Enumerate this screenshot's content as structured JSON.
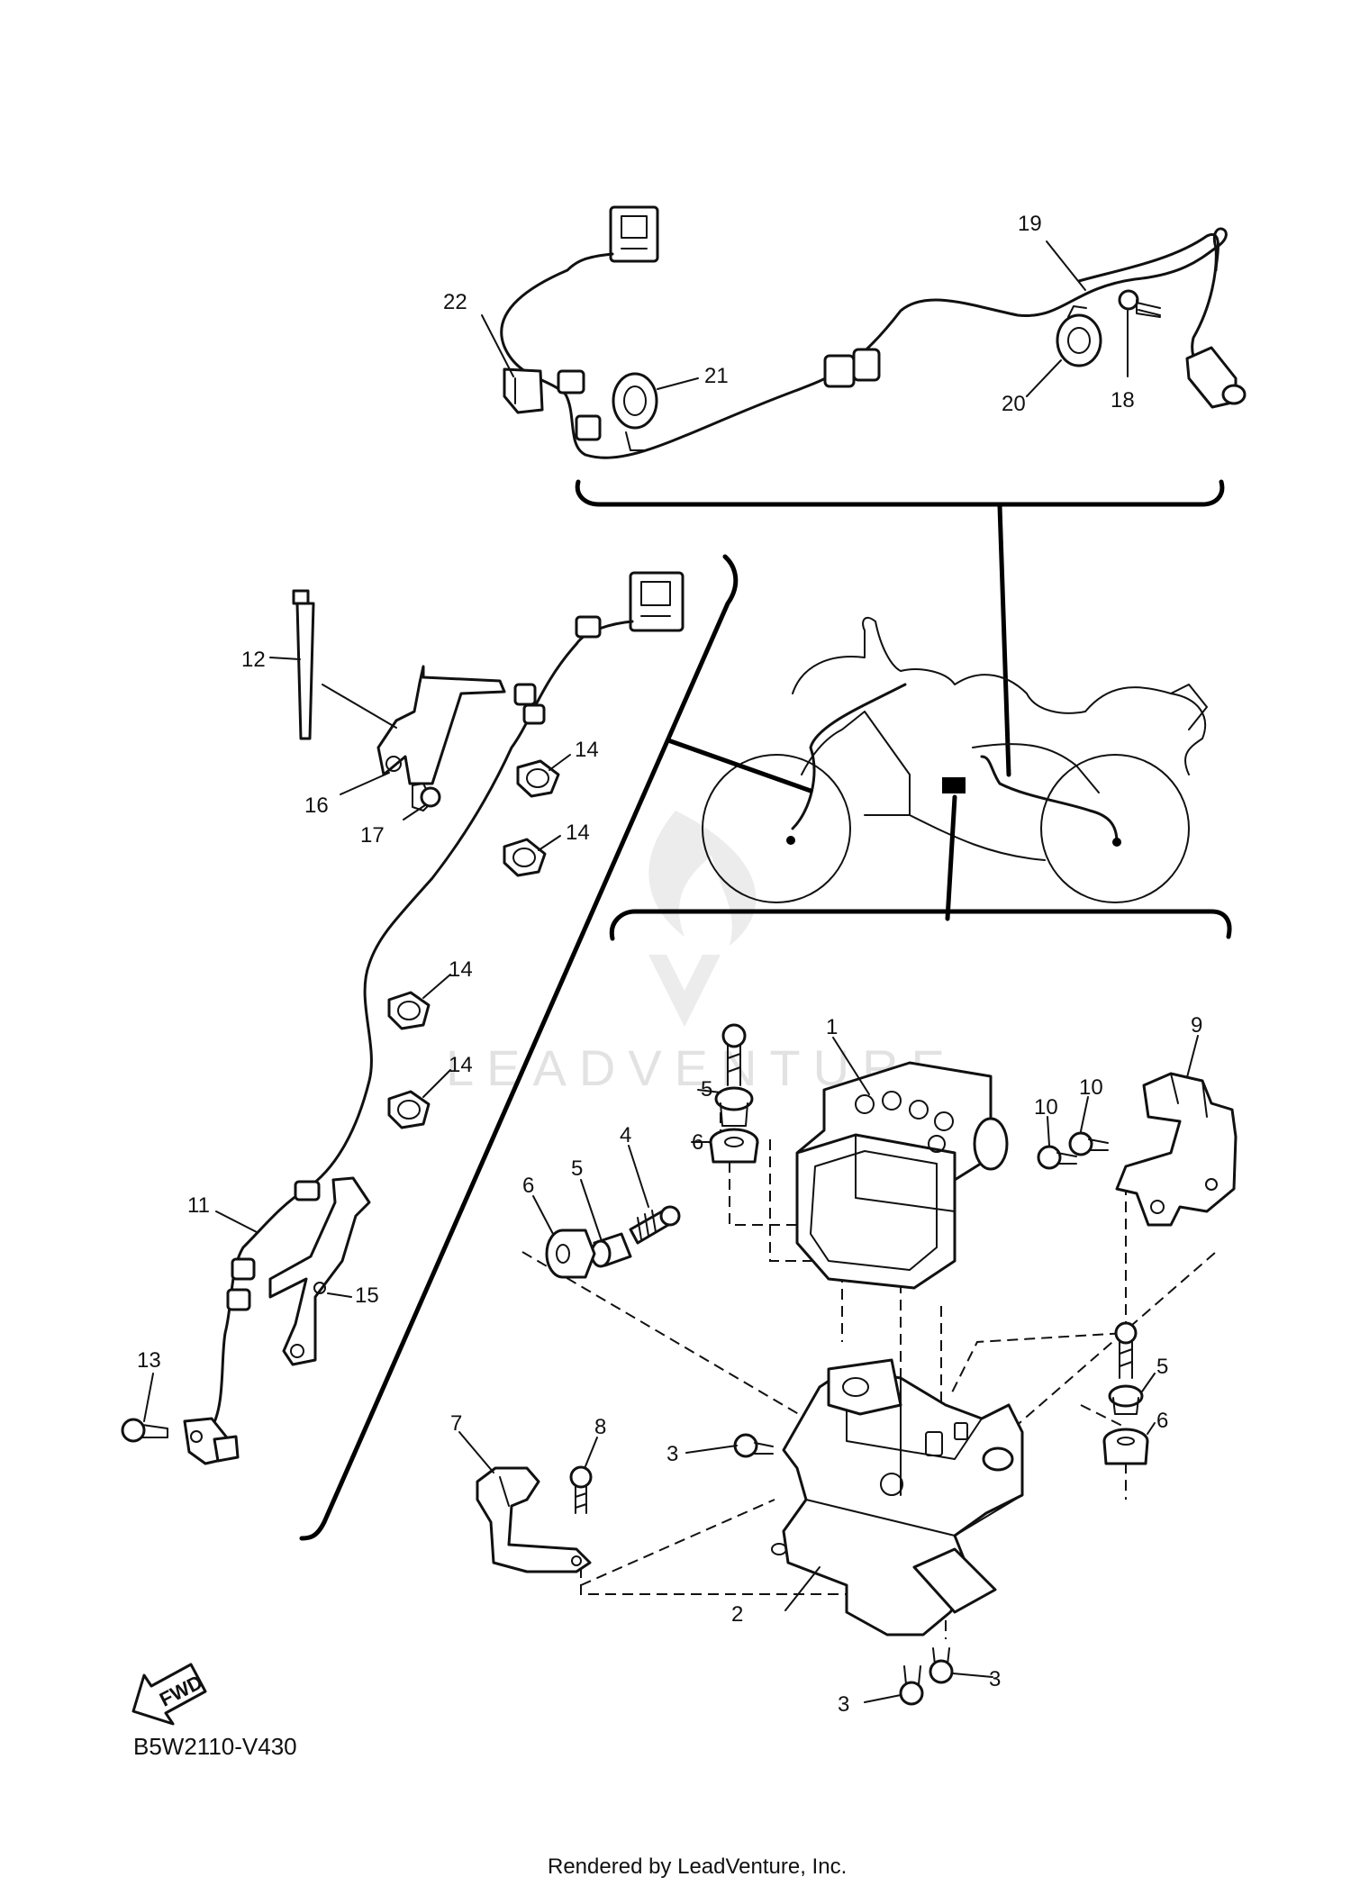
{
  "diagram": {
    "code": "B5W2110-V430",
    "footer": "Rendered by LeadVenture, Inc.",
    "watermark": "LEADVENTURE",
    "fwd_label": "FWD",
    "callouts": [
      {
        "id": "c1",
        "label": "1"
      },
      {
        "id": "c2",
        "label": "2"
      },
      {
        "id": "c3a",
        "label": "3"
      },
      {
        "id": "c3b",
        "label": "3"
      },
      {
        "id": "c3c",
        "label": "3"
      },
      {
        "id": "c4",
        "label": "4"
      },
      {
        "id": "c5a",
        "label": "5"
      },
      {
        "id": "c5b",
        "label": "5"
      },
      {
        "id": "c5c",
        "label": "5"
      },
      {
        "id": "c6a",
        "label": "6"
      },
      {
        "id": "c6b",
        "label": "6"
      },
      {
        "id": "c6c",
        "label": "6"
      },
      {
        "id": "c7",
        "label": "7"
      },
      {
        "id": "c8",
        "label": "8"
      },
      {
        "id": "c9",
        "label": "9"
      },
      {
        "id": "c10a",
        "label": "10"
      },
      {
        "id": "c10b",
        "label": "10"
      },
      {
        "id": "c11",
        "label": "11"
      },
      {
        "id": "c12",
        "label": "12"
      },
      {
        "id": "c13",
        "label": "13"
      },
      {
        "id": "c14a",
        "label": "14"
      },
      {
        "id": "c14b",
        "label": "14"
      },
      {
        "id": "c14c",
        "label": "14"
      },
      {
        "id": "c14d",
        "label": "14"
      },
      {
        "id": "c15",
        "label": "15"
      },
      {
        "id": "c16",
        "label": "16"
      },
      {
        "id": "c17",
        "label": "17"
      },
      {
        "id": "c18",
        "label": "18"
      },
      {
        "id": "c19",
        "label": "19"
      },
      {
        "id": "c20",
        "label": "20"
      },
      {
        "id": "c21",
        "label": "21"
      },
      {
        "id": "c22",
        "label": "22"
      }
    ]
  }
}
